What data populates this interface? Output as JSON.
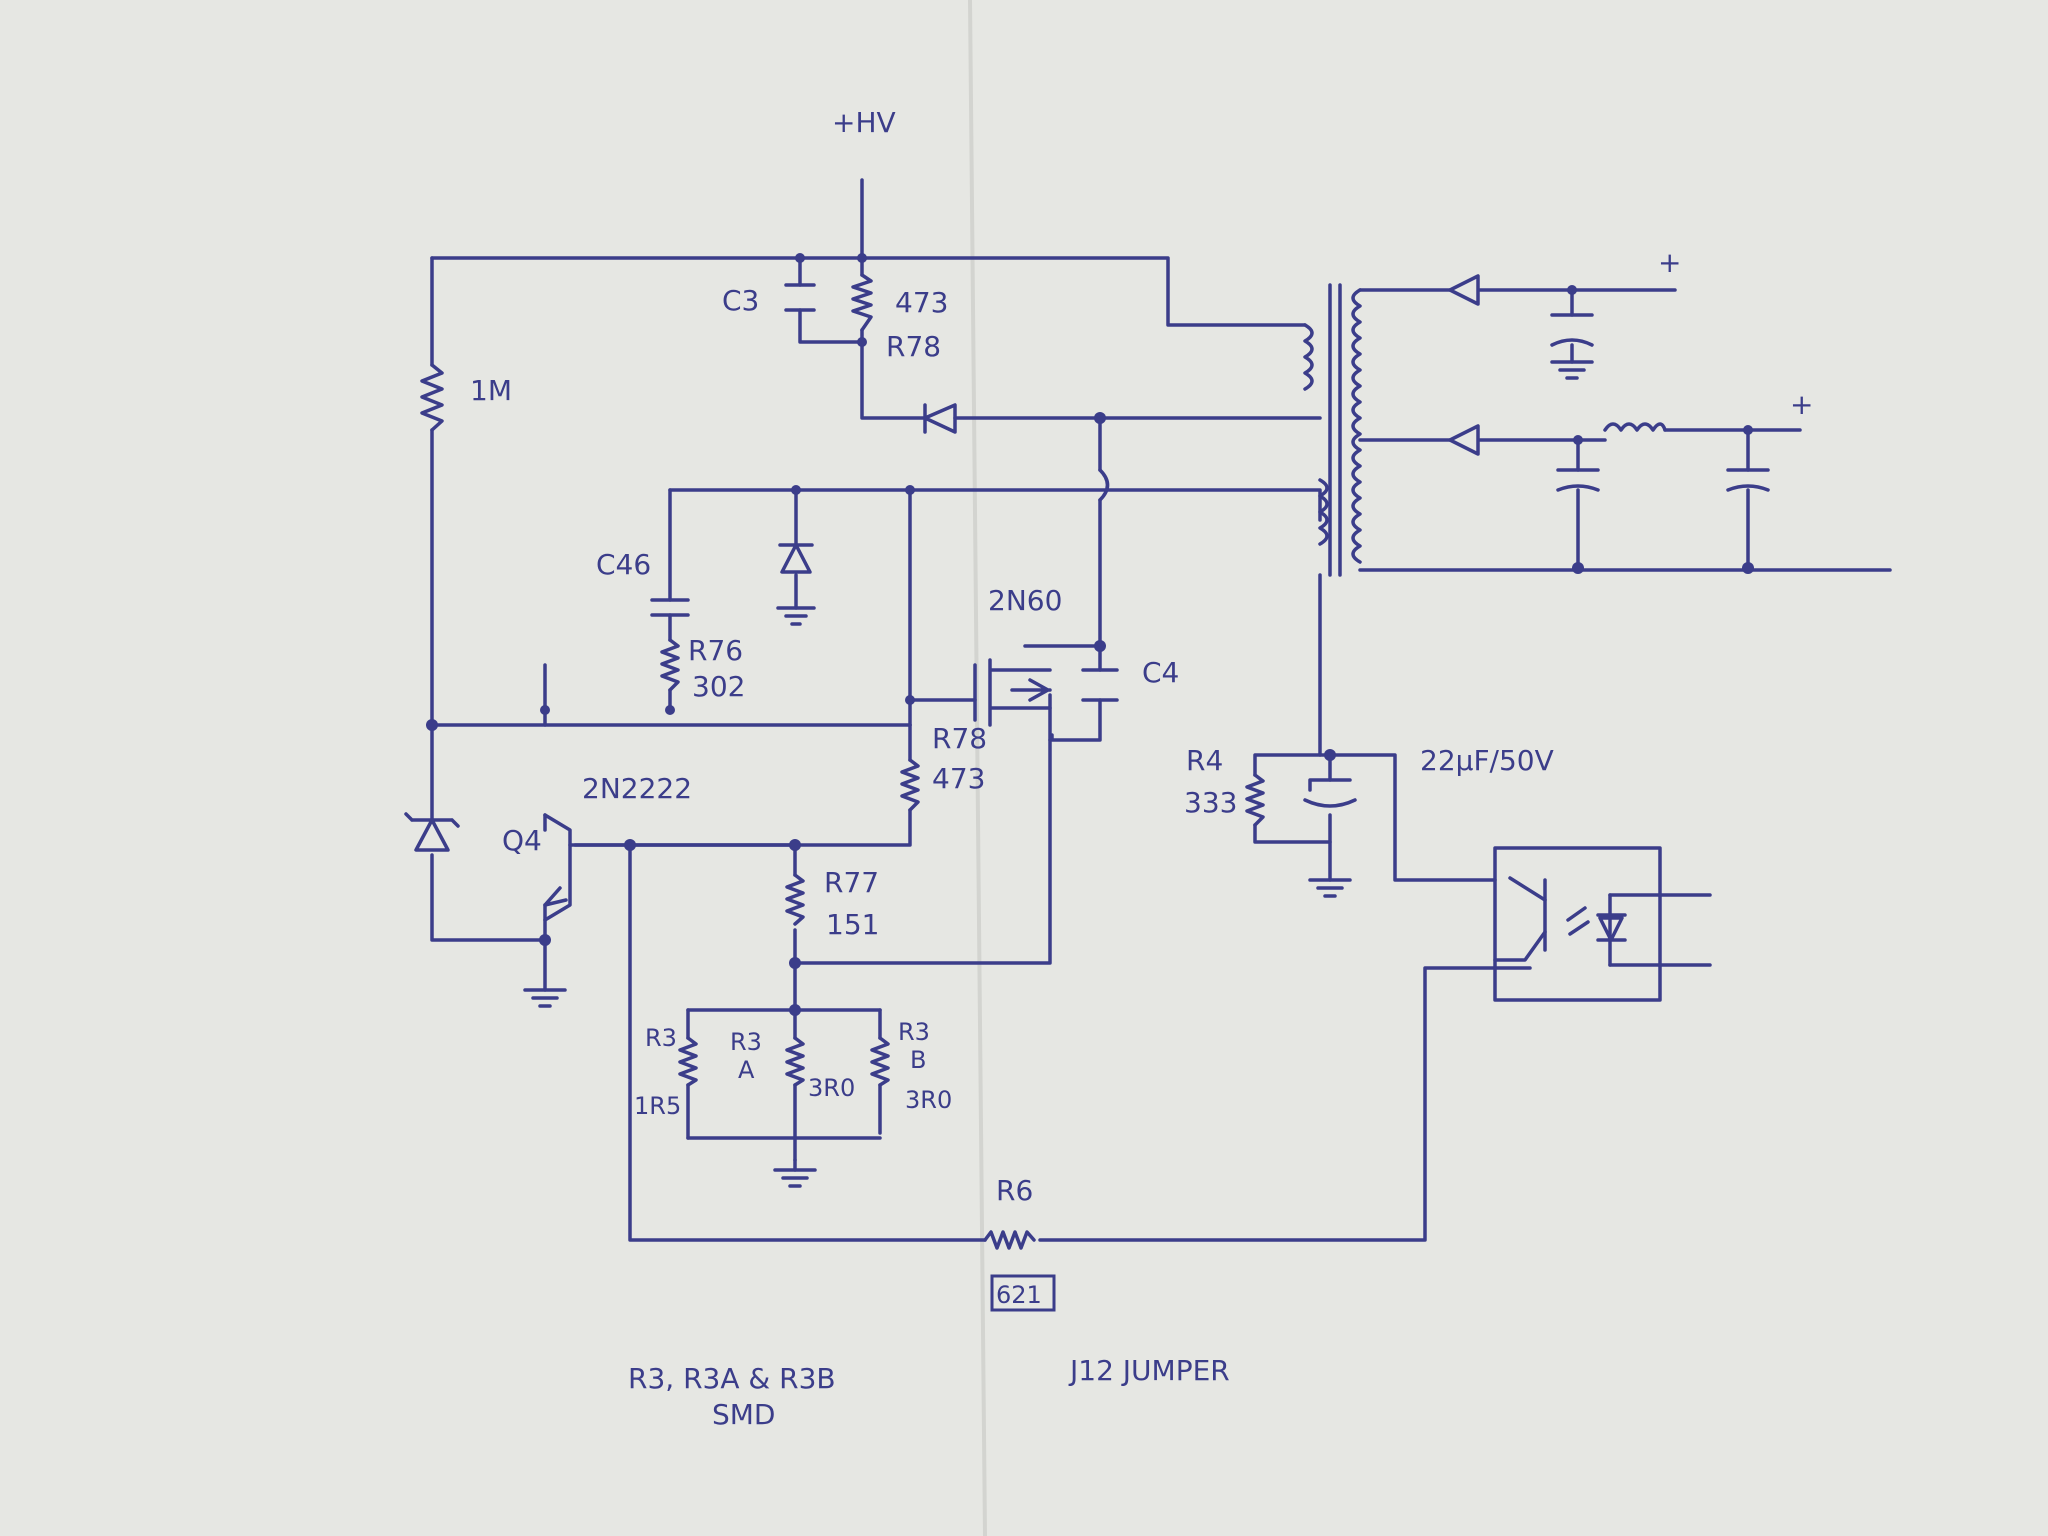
{
  "colors": {
    "paper": "#e8e9e6",
    "ink": "#3b3d8a"
  },
  "labels": {
    "hv": "+HV",
    "c3": "C3",
    "r78_top_val": "473",
    "r78_top_name": "R78",
    "r1m": "1M",
    "c46": "C46",
    "r76_name": "R76",
    "r76_val": "302",
    "mosfet": "2N60",
    "c4": "C4",
    "r78_mid_name": "R78",
    "r78_mid_val": "473",
    "bjt": "2N2222",
    "q4": "Q4",
    "r77_name": "R77",
    "r77_val": "151",
    "r4_name": "R4",
    "r4_val": "333",
    "cap_22": "22µF/50V",
    "r3_name": "R3",
    "r3_val": "1R5",
    "r3a_name": "R3",
    "r3a_sub": "A",
    "r3a_val": "3R0",
    "r3b_name": "R3",
    "r3b_sub": "B",
    "r3b_val": "3R0",
    "r6_name": "R6",
    "r6_val": "621",
    "plus1": "+",
    "plus2": "+"
  },
  "notes": {
    "smd_line1": "R3, R3A & R3B",
    "smd_line2": "SMD",
    "jumper": "J12 JUMPER"
  }
}
